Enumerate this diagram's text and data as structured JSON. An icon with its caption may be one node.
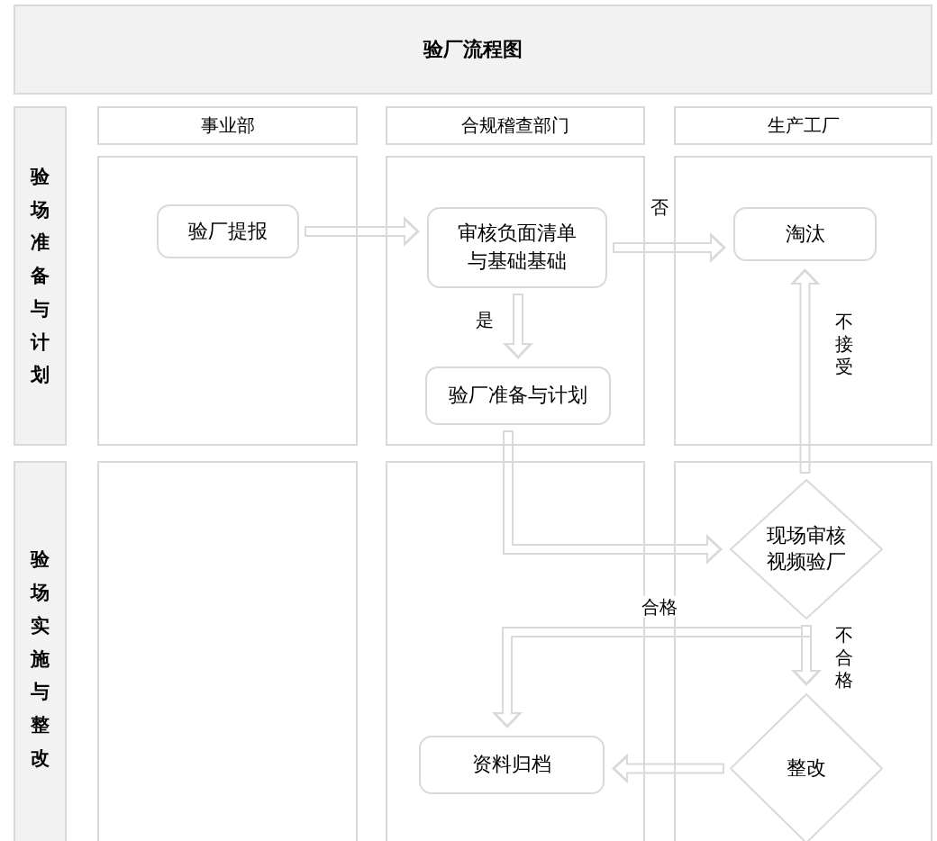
{
  "diagram": {
    "title": "验厂流程图",
    "nodes": [
      {
        "text": [
          "事业部"
        ]
      },
      {
        "text": [
          "合规稽查部门"
        ]
      },
      {
        "text": [
          "生产工厂"
        ]
      },
      {
        "text": [
          "验场准备与计划"
        ]
      },
      {
        "text": [],
        "shape": "box"
      },
      {
        "text": [
          "验厂提报"
        ],
        "in": 4
      },
      {
        "text": [],
        "shape": "box"
      },
      {
        "text": [
          "审核负面清单与基础基础"
        ],
        "in": 6
      },
      {
        "text": [
          "验厂准备与计划"
        ],
        "in": 6
      },
      {
        "text": [],
        "shape": "box"
      },
      {
        "text": [
          "淘汰"
        ],
        "in": 9
      },
      {
        "text": [
          "验场实施与整改"
        ]
      },
      {
        "text": [],
        "shape": "box"
      },
      {
        "text": [],
        "shape": "box"
      },
      {
        "text": [
          "资料归档"
        ],
        "in": 13
      },
      {
        "text": [],
        "shape": "box"
      },
      {
        "text": [
          "现场审核视频验厂"
        ],
        "in": 15
      },
      {
        "text": [
          "整改"
        ],
        "in": 15
      }
    ],
    "edges": [
      {
        "from": 5,
        "to": 7,
        "arrow": "to"
      },
      {
        "from": 7,
        "to": 10,
        "arrow": "to",
        "label": "否"
      },
      {
        "from": 7,
        "to": 8,
        "arrow": "to",
        "label": "是"
      },
      {
        "from": 8,
        "to": 16,
        "arrow": "to"
      },
      {
        "from": 16,
        "to": 10,
        "arrow": "to",
        "label": "不接受"
      },
      {
        "from": 16,
        "to": 14,
        "arrow": "to",
        "label": "合格"
      },
      {
        "from": 16,
        "to": 17,
        "arrow": "to",
        "label": "不合格"
      },
      {
        "from": 17,
        "to": 14,
        "arrow": "to"
      }
    ]
  }
}
